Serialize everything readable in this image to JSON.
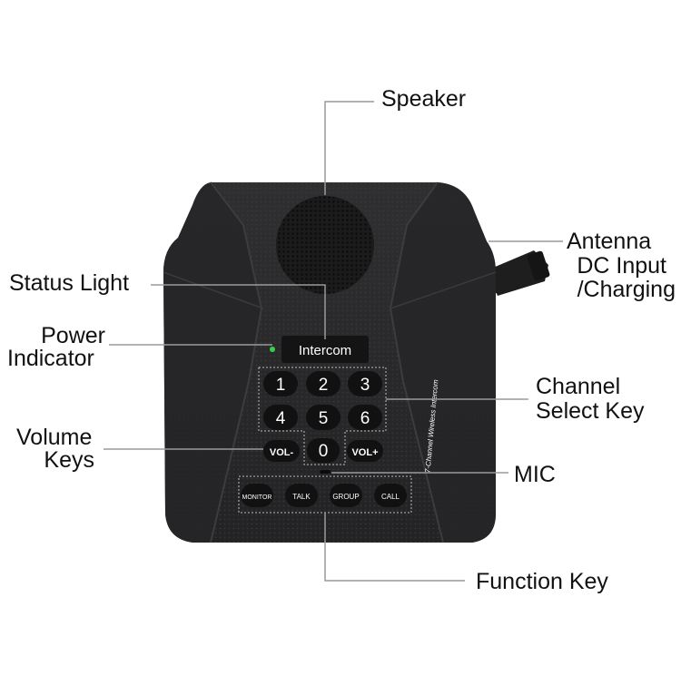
{
  "labels": {
    "speaker": "Speaker",
    "antenna": "Antenna",
    "dc_input": "DC Input",
    "charging": "/Charging",
    "status_light": "Status Light",
    "power": "Power",
    "indicator": "Indicator",
    "channel": "Channel",
    "select_key": "Select Key",
    "volume": "Volume",
    "keys": "Keys",
    "mic": "MIC",
    "function_key": "Function Key"
  },
  "device": {
    "display": "Intercom",
    "side_text": "7-Channel Wireless Intercom",
    "channel_keys": [
      "1",
      "2",
      "3",
      "4",
      "5",
      "6",
      "0"
    ],
    "volume_keys": [
      "VOL-",
      "VOL+"
    ],
    "function_keys": [
      "MONITOR",
      "TALK",
      "GROUP",
      "CALL"
    ]
  },
  "colors": {
    "body": "#2a2a2c",
    "key": "#111111",
    "power_led": "#35d14a",
    "leader_line": "#9a9a9a"
  }
}
